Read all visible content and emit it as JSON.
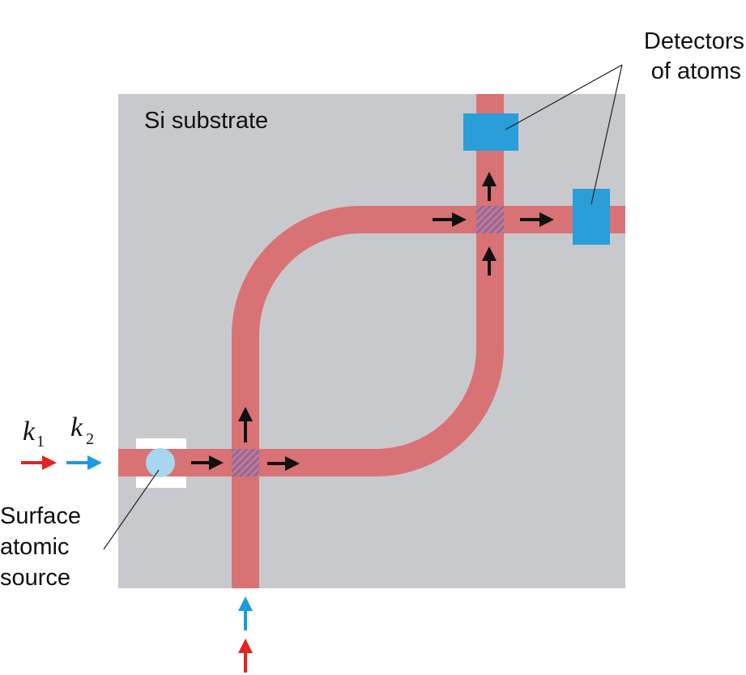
{
  "labels": {
    "substrate": "Si substrate",
    "detectors_line1": "Detectors",
    "detectors_line2": "of atoms",
    "source_line1": "Surface",
    "source_line2": "atomic",
    "source_line3": "source",
    "k1_base": "k",
    "k1_sub": "1",
    "k2_base": "k",
    "k2_sub": "2"
  },
  "colors": {
    "substrate": "#c8c9cd",
    "waveguide": "#d97275",
    "detector": "#2a9ed8",
    "source_circle": "#a9d6ef",
    "source_box": "#ffffff",
    "arrow_black": "#111111",
    "k1_arrow": "#e0261e",
    "k2_arrow": "#1b9be0",
    "crossing_hatch_a": "#7a6fb5",
    "crossing_hatch_b": "#d97275"
  }
}
